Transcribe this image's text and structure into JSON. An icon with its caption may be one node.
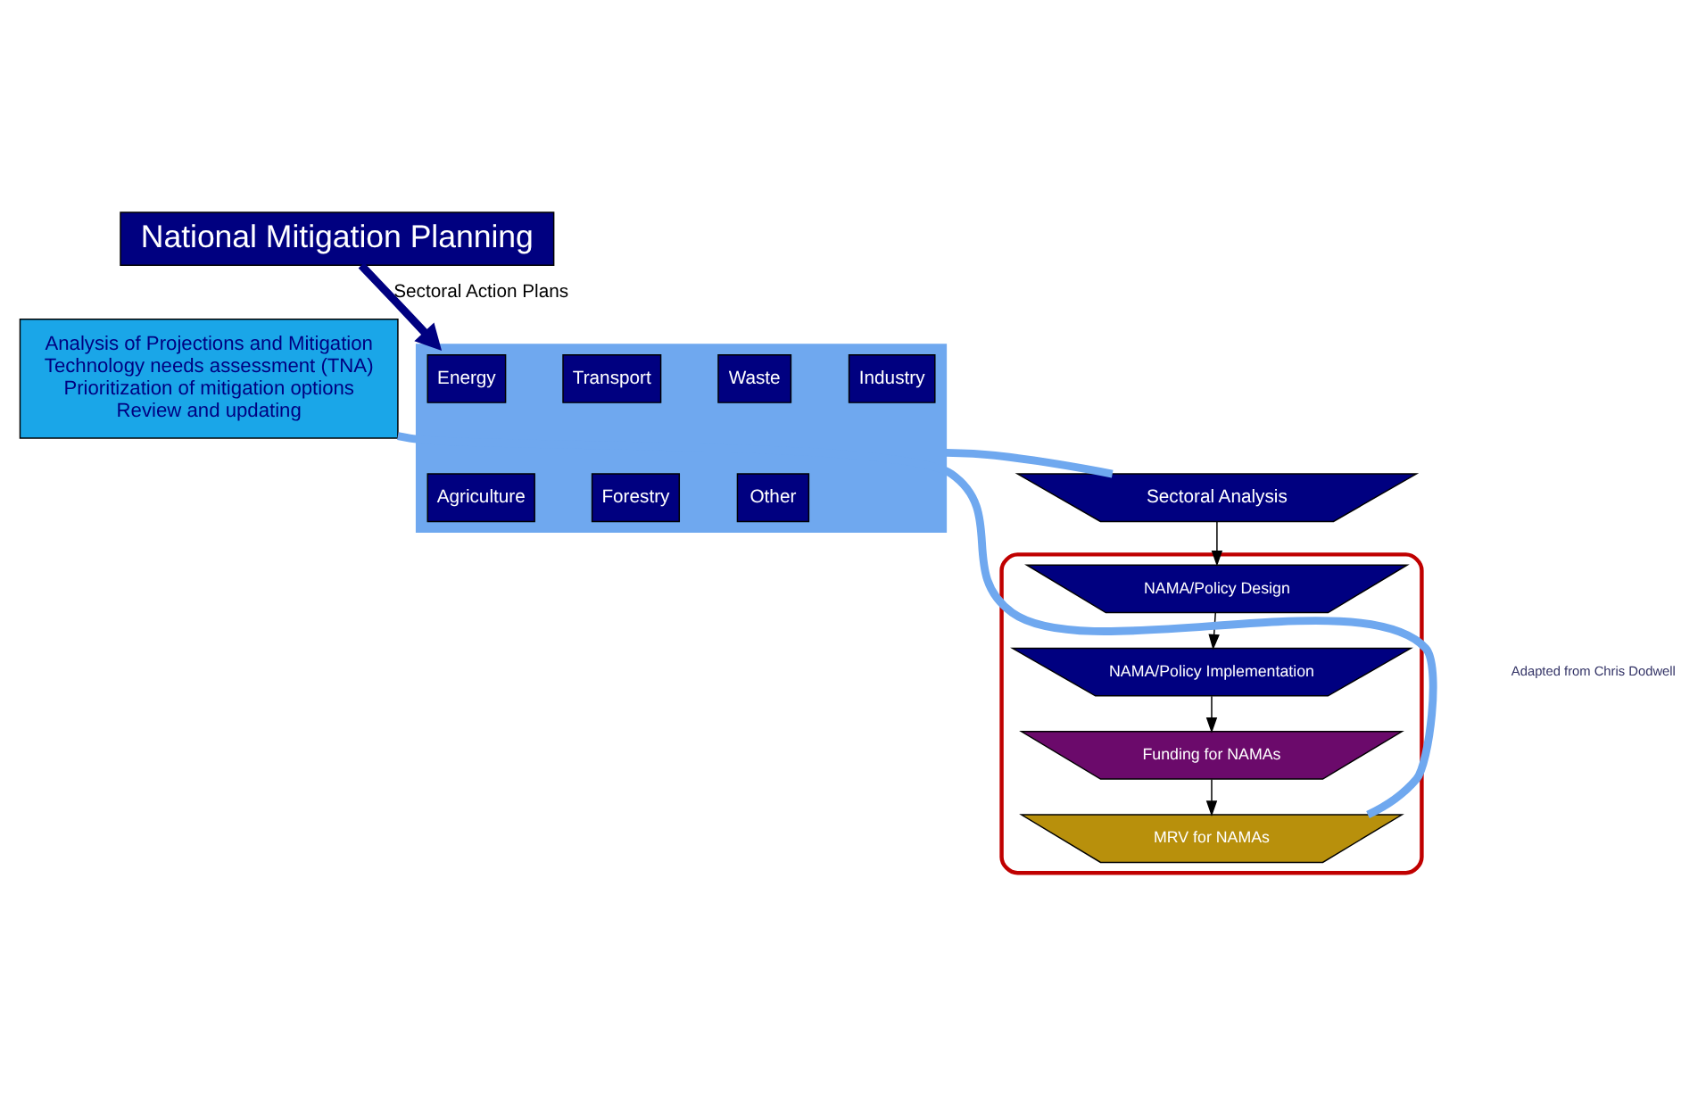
{
  "diagram": {
    "nodes": [
      {
        "text": [
          "National Mitigation Planning"
        ]
      },
      {
        "text": [
          "Analysis of Projections and Mitigation",
          "Technology needs assessment (TNA)",
          "Prioritization of mitigation options",
          "Review and updating"
        ]
      },
      {
        "text": [],
        "shape": "box"
      },
      {
        "text": [
          "Energy"
        ],
        "in": 2
      },
      {
        "text": [
          "Transport"
        ],
        "in": 2
      },
      {
        "text": [
          "Waste"
        ],
        "in": 2
      },
      {
        "text": [
          "Industry"
        ],
        "in": 2
      },
      {
        "text": [
          "Agriculture"
        ],
        "in": 2
      },
      {
        "text": [
          "Forestry"
        ],
        "in": 2
      },
      {
        "text": [
          "Other"
        ],
        "in": 2
      },
      {
        "text": [
          "Sectoral Analysis"
        ]
      },
      {
        "text": [],
        "shape": "box"
      },
      {
        "text": [
          "NAMA/Policy Design"
        ],
        "in": 11
      },
      {
        "text": [
          "NAMA/Policy Implementation"
        ],
        "in": 11
      },
      {
        "text": [
          "Funding for NAMAs"
        ],
        "in": 11
      },
      {
        "text": [
          "MRV for NAMAs"
        ],
        "in": 11
      }
    ],
    "edges": [
      {
        "from": 0,
        "to": 2,
        "arrow": "to",
        "label": "Sectoral Action Plans",
        "style": "thick",
        "color": "#000080"
      },
      {
        "from": 2,
        "to": 10,
        "arrow": "none",
        "style": "thick",
        "color": "#6fa8ef"
      },
      {
        "from": 10,
        "to": 12,
        "arrow": "to"
      },
      {
        "from": 12,
        "to": 13,
        "arrow": "to"
      },
      {
        "from": 13,
        "to": 14,
        "arrow": "to"
      },
      {
        "from": 14,
        "to": 15,
        "arrow": "to"
      },
      {
        "from": 15,
        "to": 1,
        "arrow": "none",
        "style": "thick",
        "color": "#6fa8ef"
      }
    ],
    "labels": [
      "Adapted from Chris Dodwell"
    ]
  }
}
